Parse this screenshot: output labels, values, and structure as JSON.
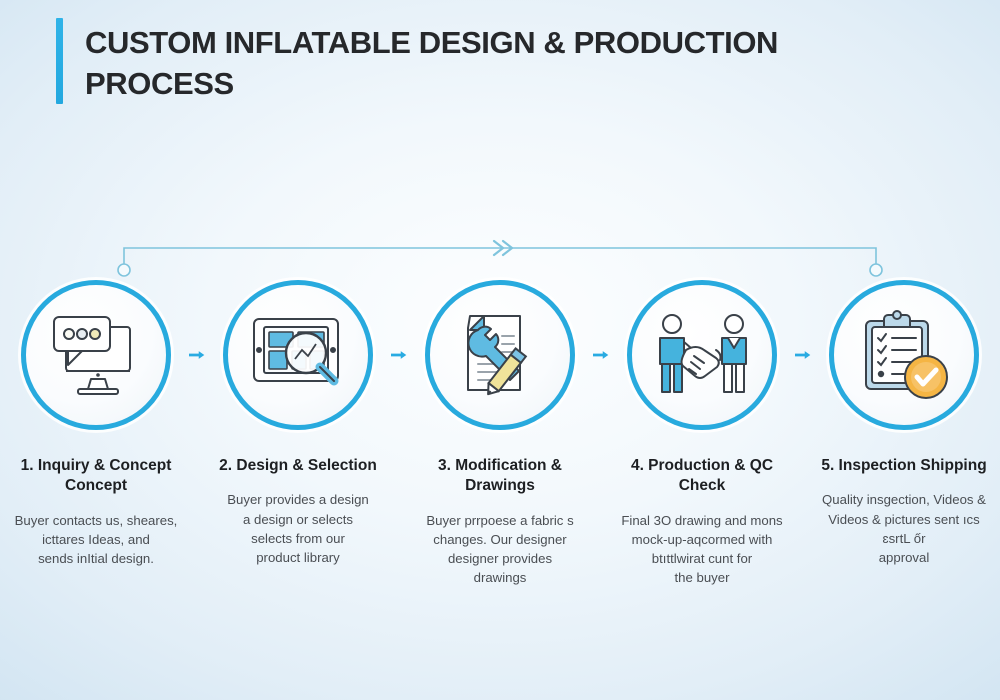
{
  "header": {
    "title": "CUSTOM INFLATABLE DESIGN & PRODUCTION PROCESS",
    "accent_color": "#29ABE2"
  },
  "colors": {
    "accent": "#29ABE2",
    "ring": "#28AADE",
    "arrow": "#29ABE2",
    "rail": "#7FC4DD",
    "badge": "#F5B544",
    "title_text": "#26282B",
    "body_text": "#4A4E53",
    "background_light": "#FDFEFF",
    "background_edge": "#C6DFEF"
  },
  "process": {
    "steps": [
      {
        "number": "1",
        "title": "1. Inquiry & Concept\nConcept",
        "description": "Buyer contacts us, sheares,\nicttares Ideas, and\nsends inItial design.",
        "icon": "monitor-chat-icon"
      },
      {
        "number": "2",
        "title": "2. Design &\nSelection",
        "description": "Buyer provides a design\na design or selects\nselects from our\nproduct library",
        "icon": "tablet-magnifier-icon"
      },
      {
        "number": "3",
        "title": "3. Modification &\nDrawings",
        "description": "Buyer prrpoese a fabric s\nchanges. Our designer\ndesigner provides\ndrawings",
        "icon": "document-wrench-pencil-icon"
      },
      {
        "number": "4",
        "title": "4. Production &\nQC Check",
        "description": "Final 3O drawing and mons\nmock-up-aqcormed with\nbtıttlwirat cunt for\nthe buyer",
        "icon": "handshake-icon"
      },
      {
        "number": "5",
        "title": "5. Inspection\nShipping",
        "description": "Quality insgection, Videos &\nVideos & pictures sent ıcs\nɛsrtL ốr\napproval",
        "icon": "clipboard-check-icon"
      }
    ],
    "connector": {
      "type": "rail-with-chevron",
      "chevron": "double-chevron-right"
    }
  }
}
